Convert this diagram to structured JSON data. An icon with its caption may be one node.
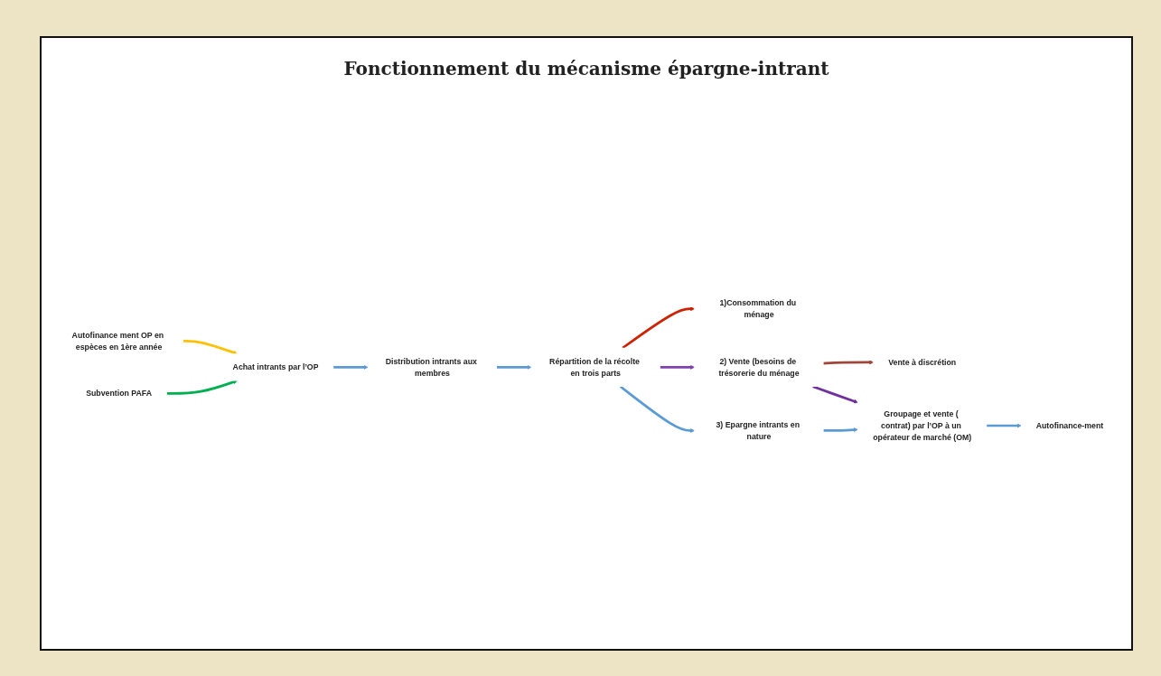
{
  "diagram": {
    "title": "Fonctionnement du mécanisme épargne-intrant",
    "nodes": [
      {
        "text": [
          "Autofinance ment OP en espèces en 1ère année"
        ]
      },
      {
        "text": [
          "Subvention PAFA"
        ]
      },
      {
        "text": [
          "Achat intrants par l’OP"
        ]
      },
      {
        "text": [
          "Distribution intrants aux membres"
        ]
      },
      {
        "text": [
          "Répartition de la récolte en trois parts"
        ]
      },
      {
        "text": [
          "1)Consommation du ménage"
        ]
      },
      {
        "text": [
          "2) Vente (besoins de trésorerie du ménage"
        ]
      },
      {
        "text": [
          "Vente à discrétion"
        ]
      },
      {
        "text": [
          "3) Epargne intrants en nature"
        ]
      },
      {
        "text": [
          "Groupage et vente ( contrat) par l’OP à un opérateur de marché (OM)"
        ]
      },
      {
        "text": [
          "Autofinance-ment"
        ]
      }
    ],
    "edges": [
      {
        "from": 0,
        "to": 2,
        "arrow": "to",
        "color": "#ffc000"
      },
      {
        "from": 1,
        "to": 2,
        "arrow": "to",
        "color": "#00b050"
      },
      {
        "from": 2,
        "to": 3,
        "arrow": "to"
      },
      {
        "from": 3,
        "to": 4,
        "arrow": "to"
      },
      {
        "from": 4,
        "to": 5,
        "arrow": "to",
        "color": "#cc2200"
      },
      {
        "from": 4,
        "to": 6,
        "arrow": "to",
        "color": "#8040b0"
      },
      {
        "from": 4,
        "to": 8,
        "arrow": "to"
      },
      {
        "from": 6,
        "to": 7,
        "arrow": "to",
        "color": "#a0453a"
      },
      {
        "from": 6,
        "to": 9,
        "arrow": "to",
        "color": "#7030a0"
      },
      {
        "from": 8,
        "to": 9,
        "arrow": "to"
      },
      {
        "from": 9,
        "to": 10,
        "arrow": "to"
      }
    ]
  }
}
